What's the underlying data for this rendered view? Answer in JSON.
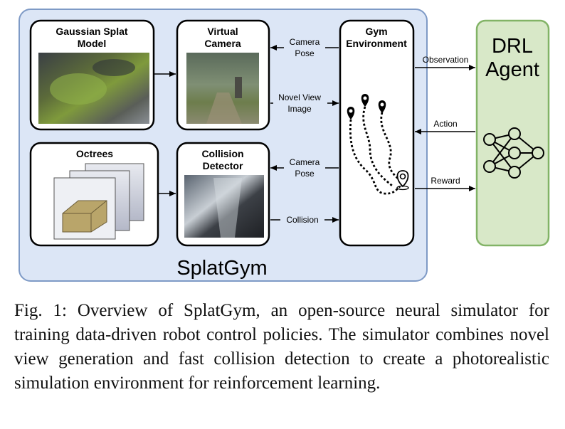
{
  "diagram": {
    "container_label": "SplatGym",
    "boxes": {
      "gaussian_splat": {
        "line1": "Gaussian Splat",
        "line2": "Model"
      },
      "virtual_camera": {
        "line1": "Virtual",
        "line2": "Camera"
      },
      "octrees": {
        "line1": "Octrees"
      },
      "collision_detector": {
        "line1": "Collision",
        "line2": "Detector"
      },
      "gym_env": {
        "line1": "Gym",
        "line2": "Environment"
      },
      "drl_agent": {
        "line1": "DRL",
        "line2": "Agent"
      }
    },
    "edges": {
      "camera_pose_top": {
        "line1": "Camera",
        "line2": "Pose"
      },
      "novel_view": {
        "line1": "Novel View",
        "line2": "Image"
      },
      "camera_pose_bottom": {
        "line1": "Camera",
        "line2": "Pose"
      },
      "collision": "Collision",
      "observation": "Observation",
      "action": "Action",
      "reward": "Reward"
    },
    "colors": {
      "container_fill": "#dce6f6",
      "container_stroke": "#7e9ac6",
      "agent_fill": "#d8e8c8",
      "agent_stroke": "#82b366"
    }
  },
  "caption": "Fig. 1: Overview of SplatGym, an open-source neural simulator for training data-driven robot control policies. The simulator combines novel view generation and fast collision detection to create a photorealistic simulation environment for reinforcement learning."
}
